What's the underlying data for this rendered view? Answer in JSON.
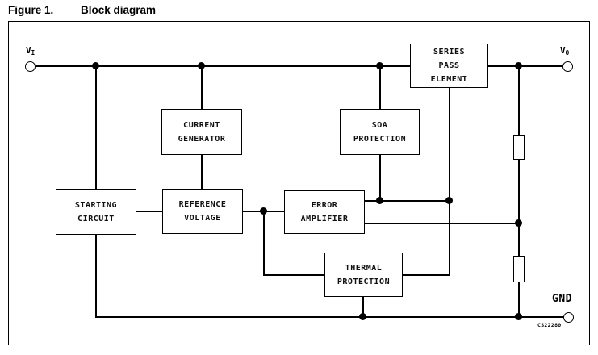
{
  "figure": {
    "label": "Figure 1.",
    "title": "Block diagram"
  },
  "blocks": [
    {
      "id": "series-pass-element",
      "label": "SERIES\nPASS\nELEMENT"
    },
    {
      "id": "current-generator",
      "label": "CURRENT\nGENERATOR"
    },
    {
      "id": "soa-protection",
      "label": "SOA\nPROTECTION"
    },
    {
      "id": "starting-circuit",
      "label": "STARTING\nCIRCUIT"
    },
    {
      "id": "reference-voltage",
      "label": "REFERENCE\nVOLTAGE"
    },
    {
      "id": "error-amplifier",
      "label": "ERROR\nAMPLIFIER"
    },
    {
      "id": "thermal-protection",
      "label": "THERMAL\nPROTECTION"
    }
  ],
  "terminals": [
    {
      "id": "vi",
      "label": "V",
      "subscript": "I"
    },
    {
      "id": "vo",
      "label": "V",
      "subscript": "O"
    },
    {
      "id": "gnd",
      "label": "GND"
    }
  ],
  "components": {
    "resistors": 2,
    "junction_dots": 10
  },
  "annotations": {
    "code": "CS22280"
  },
  "colors": {
    "line": "#000000",
    "background": "#ffffff",
    "text": "#000000"
  }
}
